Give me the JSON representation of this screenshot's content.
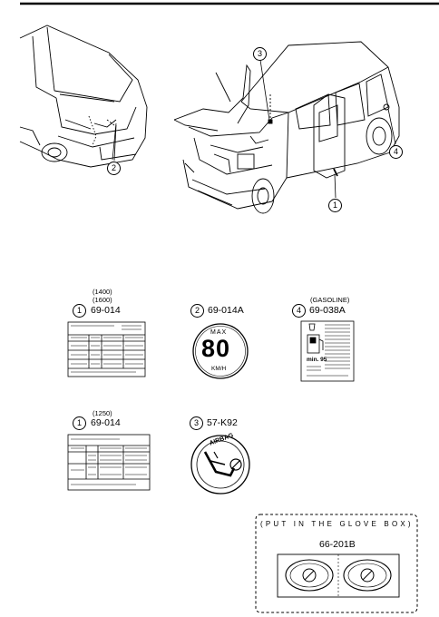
{
  "callouts": {
    "rear": "2",
    "hood": "3",
    "door": "1",
    "fuel": "4"
  },
  "labels": {
    "tire_a": {
      "num": "1",
      "note1": "(1400)",
      "note2": "(1600)",
      "part": "69-014"
    },
    "speed": {
      "num": "2",
      "part": "69-014A",
      "max": "MAX",
      "value": "80",
      "unit": "KM/H"
    },
    "fuel": {
      "num": "4",
      "note": "(GASOLINE)",
      "part": "69-038A",
      "min": "min. 95"
    },
    "tire_b": {
      "num": "1",
      "note": "(1250)",
      "part": "69-014"
    },
    "airbag": {
      "num": "3",
      "part": "57-K92",
      "badge": "AIRBAG"
    },
    "glove": {
      "text": "(PUT IN THE GLOVE BOX)",
      "part": "66-201B"
    }
  }
}
